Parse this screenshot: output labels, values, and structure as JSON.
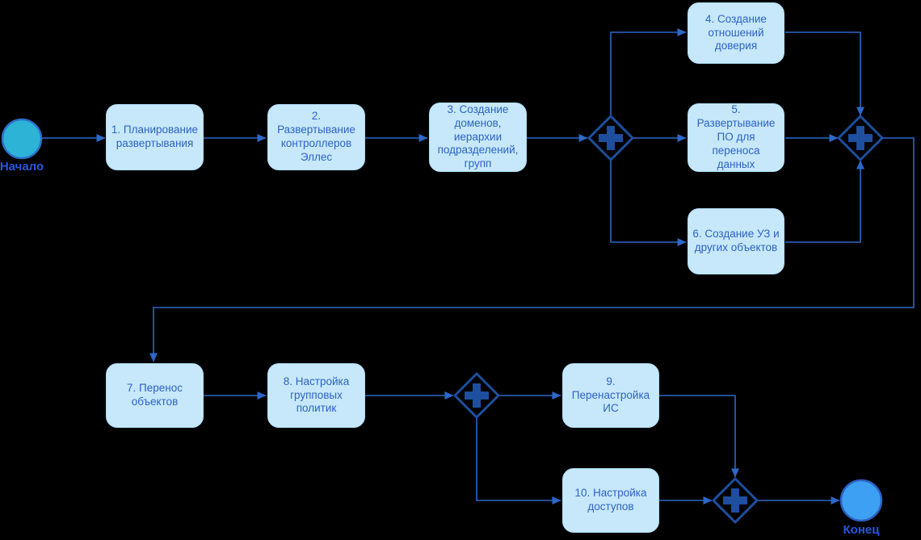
{
  "diagram": {
    "type": "bpmn-flowchart",
    "background_color": "#000000",
    "colors": {
      "task_fill": "#c7e8fb",
      "task_text": "#2d62c4",
      "connector": "#2c68c8",
      "gateway": "#1d4f9e",
      "start_event_fill": "#2cb3d6",
      "start_event_stroke": "#2a6fc9",
      "end_event_fill": "#3da0f2",
      "end_event_stroke": "#2a62c2",
      "event_label_text": "#2857e0"
    },
    "start_event": {
      "label": "Начало"
    },
    "end_event": {
      "label": "Конец"
    },
    "tasks": [
      {
        "label": "1. Планирование развертывания"
      },
      {
        "label": "2. Развертывание контроллеров Эллес"
      },
      {
        "label": "3. Создание доменов, иерархии подразделений, групп"
      },
      {
        "label": "4. Создание отношений доверия"
      },
      {
        "label": "5. Развертывание ПО для переноса данных"
      },
      {
        "label": "6. Создание УЗ и других объектов"
      },
      {
        "label": "7. Перенос объектов"
      },
      {
        "label": "8. Настройка групповых политик"
      },
      {
        "label": "9. Перенастройка ИС"
      },
      {
        "label": "10. Настройка доступов"
      }
    ],
    "gateways": [
      {
        "type": "parallel"
      },
      {
        "type": "parallel"
      },
      {
        "type": "parallel"
      },
      {
        "type": "parallel"
      }
    ]
  }
}
